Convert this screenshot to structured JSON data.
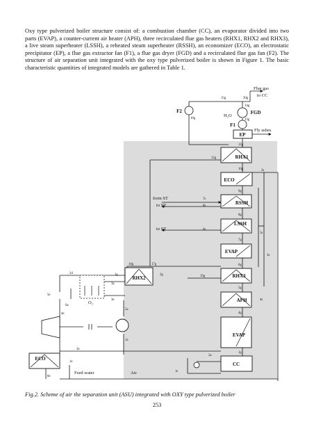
{
  "paragraph": "Oxy type pulverized boiler structure consist of: a combustion chamber (CC), an evaporator divided into two parts (EVAP), a counter-current air heater (APH), three recirculated flue gas heaters (RHX1, RHX2 and RHX3), a live steam superheater (LSSH), a reheated steam superheater (RSSH), an economizer (ECO), an electrostatic precipitator (EP), a flue gas extractor fan (F1), a flue gas dryer (FGD) and a recirculated flue gas fan (F2). The structure of air separation unit integrated with the oxy type pulverized boiler is shown in Figure 1. The basic characteristic quantities of integrated models are gathered in Table 1.",
  "figure": {
    "flue_gas_label": "Flue gas",
    "to_cc_label": "to CC",
    "fly_ashes_label": "Fly ashes",
    "h2o_label": "H₂O",
    "feed_water_label": "Feed water",
    "air_label": "Air",
    "o2_label": "O₂",
    "blocks": {
      "fgd": "FGD",
      "f1": "F1",
      "f2": "F2",
      "ep": "EP",
      "rhx1": "RHX1",
      "eco_boiler": "ECO",
      "rssh": "RSSH",
      "lssh": "LSSH",
      "evap_upper": "EVAP",
      "rhx3": "RHX3",
      "aph": "APH",
      "evap_lower": "EVAP",
      "cc": "CC",
      "rhx2": "RHX2",
      "eco_asu": "ECO"
    },
    "steam_labels": {
      "from_st": "form ST",
      "to_st_1": "to ST",
      "to_st_2": "to ST"
    },
    "stream_labels": {
      "s15g": "15g",
      "s20g": "20g",
      "s14g": "14g",
      "s16g": "16g",
      "s13g": "13g",
      "s12g": "12g",
      "s11g": "11g",
      "s10g": "10g",
      "s9g": "9g",
      "s8g": "8g",
      "s7g": "7g",
      "s6g": "6g",
      "s5g": "5g",
      "s4g": "4g",
      "s3g": "3g",
      "s2g": "2g",
      "s1g": "1g",
      "s17g": "17g",
      "s18g": "18g",
      "s19g": "19g",
      "s7s": "7s",
      "s8s": "8s",
      "s6s": "6s",
      "s5s": "5s",
      "s4s": "4s",
      "s3s": "3s",
      "s2s": "2s",
      "s1s": "1s",
      "s2a": "2a",
      "s3a": "3a",
      "s1a": "1a",
      "s5a": "5a",
      "s6a": "6a",
      "s1e": "1e",
      "s2e": "2e",
      "s3e": "3e",
      "s4e": "4e",
      "s5e": "5e",
      "s6e": "6e",
      "s2d": "2d"
    }
  },
  "caption": "Fig.2. Scheme of air the separation unit (ASU) integrated with OXY type pulverized boiler",
  "page_number": "253"
}
